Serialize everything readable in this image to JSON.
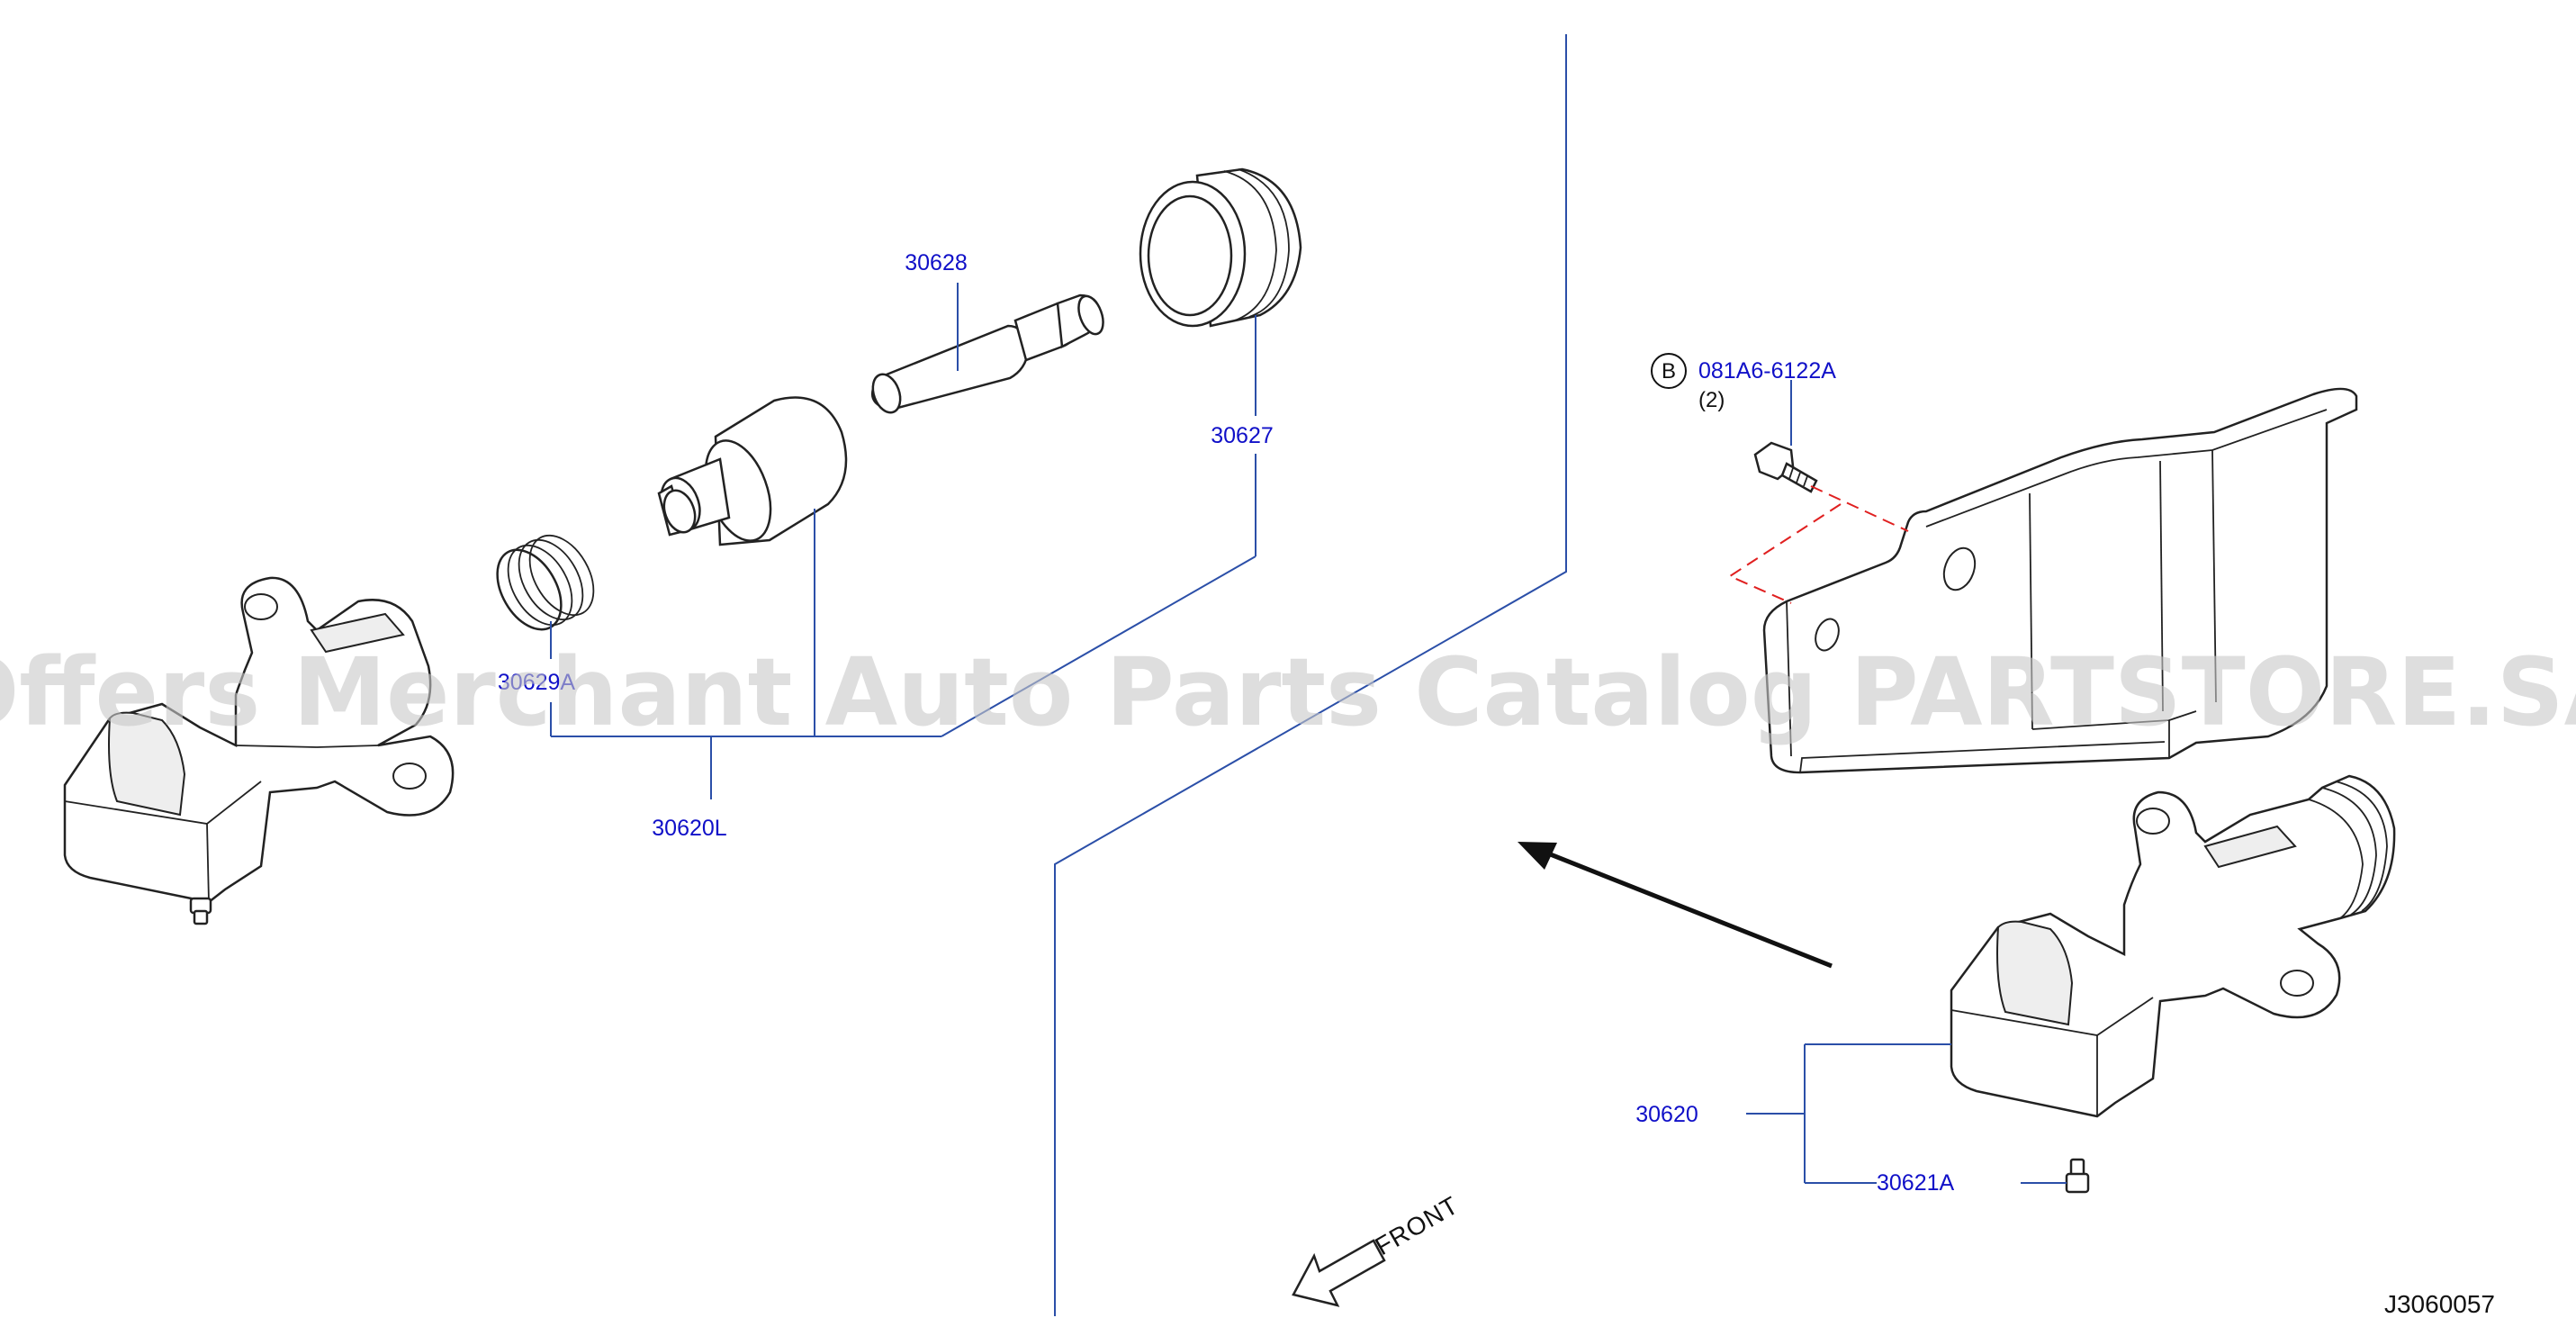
{
  "diagram_id": "J3060057",
  "watermark": "Offers Merchant Auto Parts Catalog PARTSTORE.SA",
  "front_label": "FRONT",
  "callouts": {
    "p30628": "30628",
    "p30627": "30627",
    "p30620L": "30620L",
    "p30629A": "30629A",
    "p30620": "30620",
    "p30621A": "30621A",
    "bolt_marker": "B",
    "bolt_part": "081A6-6122A",
    "bolt_qty": "(2)"
  },
  "colors": {
    "callout_text": "#1010c8",
    "leader_line": "#2b4fa8",
    "dashed_guide": "#e02020",
    "watermark": "#c8c8c8"
  }
}
